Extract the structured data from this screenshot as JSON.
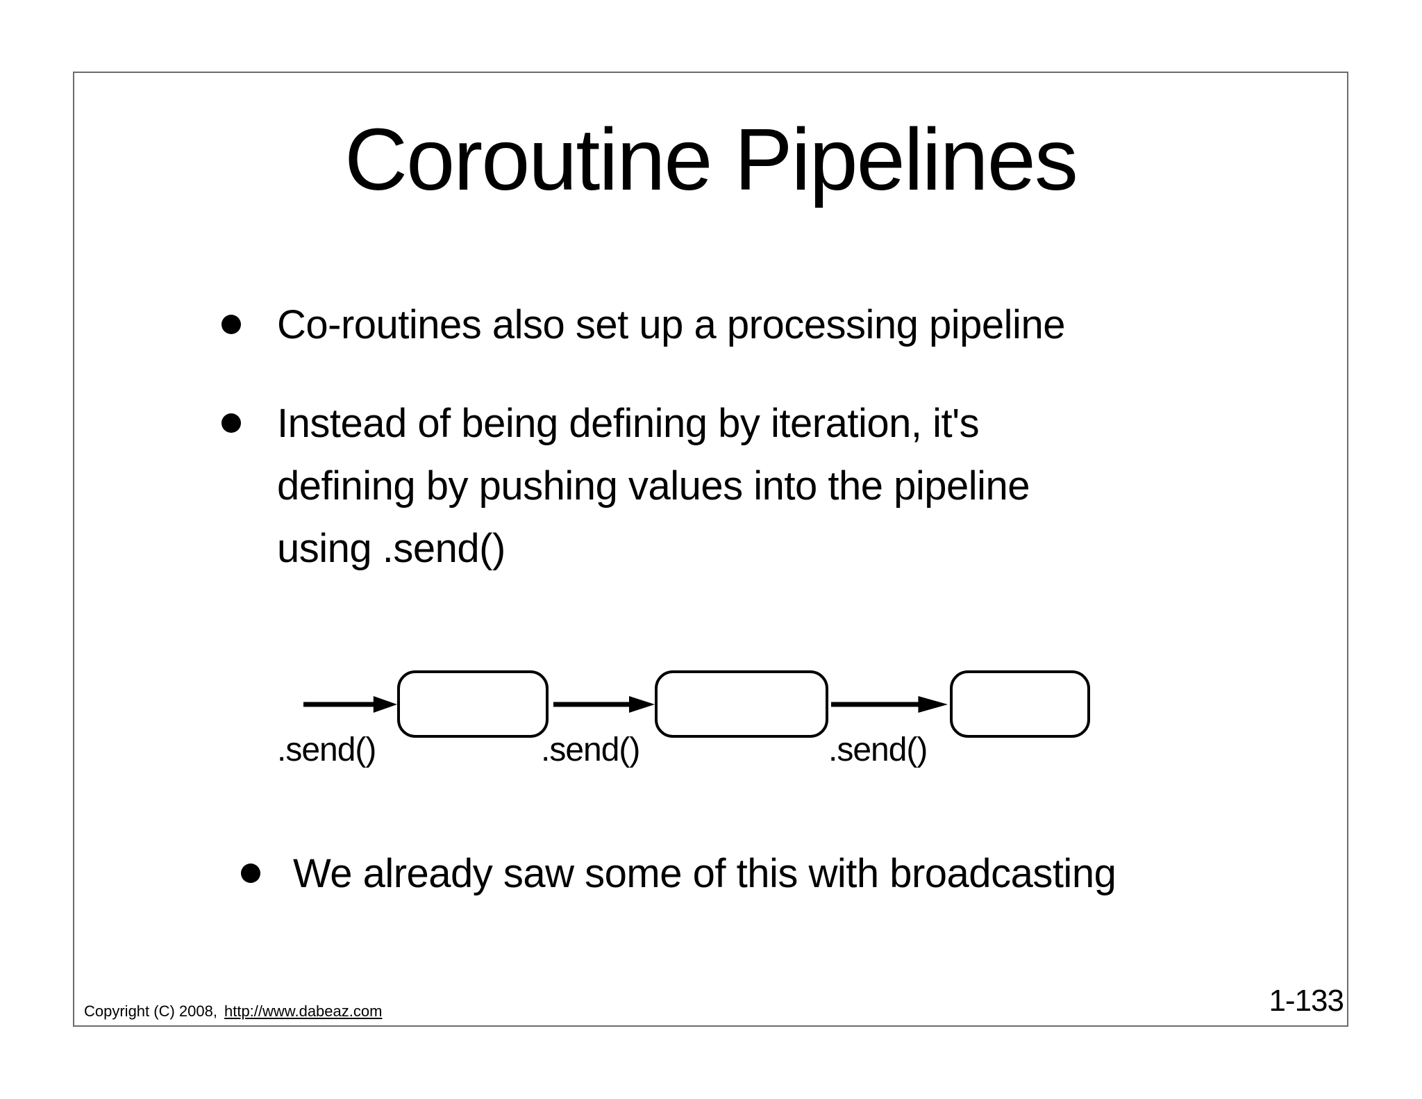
{
  "slide": {
    "title": "Coroutine Pipelines",
    "bullets": [
      {
        "lines": [
          "Co-routines also set up a processing pipeline"
        ]
      },
      {
        "lines": [
          "Instead of being defining by iteration, it's",
          "defining by pushing values into the pipeline",
          "using .send()"
        ]
      },
      {
        "lines": [
          "We already saw some of this with broadcasting"
        ]
      }
    ],
    "diagram": {
      "stages": [
        {
          "send_label": ".send()"
        },
        {
          "send_label": ".send()"
        },
        {
          "send_label": ".send()"
        }
      ]
    },
    "footer": {
      "copyright_text": "Copyright (C) 2008,",
      "link_text": "http://www.dabeaz.com"
    },
    "page_number": "1-133",
    "colors": {
      "text": "#000000",
      "background": "#ffffff",
      "frame_border": "#6b6b6b"
    }
  }
}
